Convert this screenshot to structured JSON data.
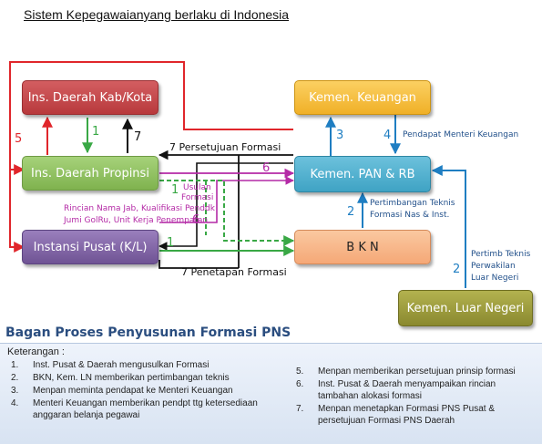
{
  "page_title": "Sistem Kepegawaianyang  berlaku di Indonesia",
  "boxes": {
    "ins_daerah_kab": "Ins. Daerah Kab/Kota",
    "ins_daerah_prop": "Ins. Daerah Propinsi",
    "instansi_pusat": "Instansi Pusat (K/L)",
    "kemen_keuangan": "Kemen. Keuangan",
    "kemen_pan_rb": "Kemen. PAN & RB",
    "bkn": "B K N",
    "kemen_luar_negeri": "Kemen. Luar Negeri"
  },
  "labels": {
    "n5": "5",
    "n1_top": "1",
    "n7_top": "7",
    "persetujuan": "7 Persetujuan Formasi",
    "n6_top": "6",
    "n3": "3",
    "n4": "4",
    "pendapat": "Pendapat Menteri Keuangan",
    "n1_usulan": "1",
    "usulan": "Usulan",
    "formasi": "Formasi",
    "rincian1": "Rincian Nama Jab, Kualifikasi Penddk",
    "rincian2": "Jumi GolRu, Unit Kerja Penempatan",
    "n6_mid": "6",
    "n2_mid": "2",
    "pertimbangan1": "Pertimbangan Teknis",
    "pertimbangan2": "Formasi Nas & Inst.",
    "n1_pusat": "1",
    "penetapan": "7 Penetapan Formasi",
    "n2_right": "2",
    "pertimb1": "Pertimb Teknis",
    "pertimb2": "Perwakilan",
    "pertimb3": "Luar Negeri"
  },
  "legend": {
    "title": "Bagan Proses Penyusunan Formasi PNS",
    "heading": "Keterangan :",
    "items": [
      {
        "num": "1.",
        "text": "Inst. Pusat & Daerah mengusulkan Formasi"
      },
      {
        "num": "2.",
        "text": "BKN, Kem. LN memberikan pertimbangan teknis"
      },
      {
        "num": "3.",
        "text": "Menpan meminta pendapat ke Menteri Keuangan"
      },
      {
        "num": "4.",
        "text": "Menteri Keuangan memberikan pendpt ttg ketersediaan"
      },
      {
        "num": "",
        "text": "anggaran belanja pegawai"
      },
      {
        "num": "5.",
        "text": "Menpan memberikan persetujuan prinsip formasi"
      },
      {
        "num": "6.",
        "text": "Inst. Pusat & Daerah menyampaikan rincian"
      },
      {
        "num": "",
        "text": "tambahan alokasi formasi"
      },
      {
        "num": "7.",
        "text": "Menpan menetapkan Formasi PNS Pusat &"
      },
      {
        "num": "",
        "text": "persetujuan Formasi PNS Daerah"
      }
    ]
  },
  "colors": {
    "red": "#c8474b",
    "green": "#8bbf5c",
    "purple": "#8064a2",
    "gold": "#f6c23e",
    "teal": "#4eaecb",
    "peach": "#f8b98a",
    "olive": "#9c9b3a",
    "arrow_red": "#e0262b",
    "arrow_green": "#39a845",
    "arrow_blue": "#1f7ec2",
    "arrow_magenta": "#b42aa6"
  }
}
